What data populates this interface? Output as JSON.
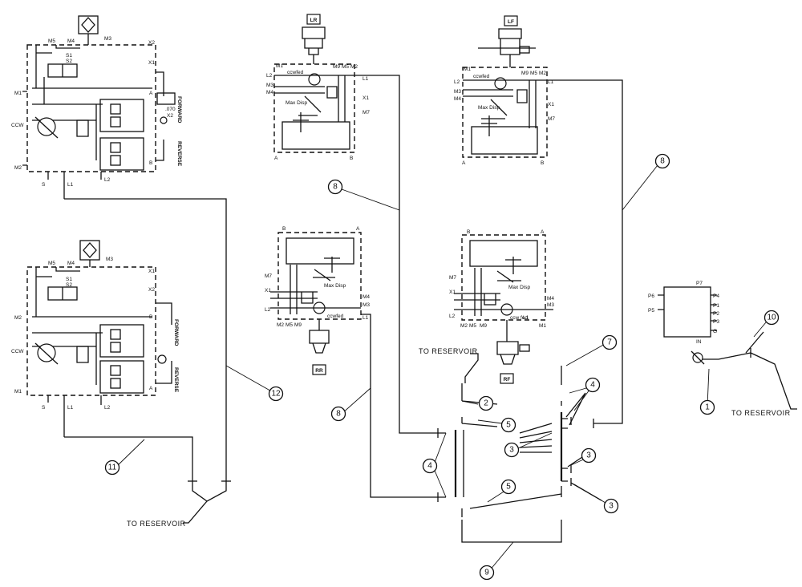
{
  "assemblies": {
    "lr": {
      "tag": "LR",
      "cw": "ccwfed",
      "maxdisp": "Max Disp",
      "ports": [
        "M1",
        "L2",
        "M3",
        "M4",
        "M9",
        "M5",
        "M2",
        "L1",
        "X1",
        "M7",
        "A",
        "B"
      ]
    },
    "lf": {
      "tag": "LF",
      "cw": "ccwfed",
      "maxdisp": "Max Disp",
      "ports": [
        "M1",
        "L2",
        "M3",
        "M4",
        "M9",
        "M5",
        "M2",
        "L1",
        "X1",
        "M7",
        "A",
        "B"
      ]
    },
    "rr": {
      "tag": "RR",
      "cw": "ccwfed",
      "maxdisp": "Max Disp",
      "ports": [
        "B",
        "A",
        "M7",
        "X1",
        "L2",
        "M2",
        "M5",
        "M9",
        "M4",
        "M3",
        "L1"
      ]
    },
    "rf": {
      "tag": "RF",
      "cw": "ccw fed",
      "maxdisp": "Max Disp",
      "ports": [
        "B",
        "A",
        "M7",
        "X1",
        "L2",
        "M2",
        "M5",
        "M9",
        "M4",
        "M3",
        "L1",
        "M1"
      ]
    }
  },
  "pump_top": {
    "ports": [
      "M5",
      "M4",
      "M3",
      "X2",
      "X1",
      "S1",
      "S2",
      "M1",
      "CCW",
      "M2",
      "S",
      "L1",
      "L2",
      "A",
      "B"
    ],
    "orifice": ".070",
    "orifice_x": "X2",
    "forward": "FORWARD",
    "reverse": "REVERSE"
  },
  "pump_bottom": {
    "ports": [
      "M5",
      "M4",
      "M3",
      "X1",
      "X2",
      "S1",
      "S2",
      "M2",
      "CCW",
      "M1",
      "S",
      "L1",
      "L2",
      "B",
      "A"
    ],
    "forward": "FORWARD",
    "reverse": "REVERSE"
  },
  "p7": {
    "title": "P7",
    "left_ports": [
      "P6",
      "P5"
    ],
    "right_ports": [
      "P4",
      "P1",
      "P2",
      "P3",
      "G"
    ],
    "in": "IN"
  },
  "notes": {
    "reservoir_1": "TO RESERVOIR",
    "reservoir_2": "TO RESERVOIR",
    "reservoir_3": "TO RESERVOIR"
  },
  "callouts": [
    {
      "id": "c-8a",
      "num": "8"
    },
    {
      "id": "c-8b",
      "num": "8"
    },
    {
      "id": "c-8c",
      "num": "8"
    },
    {
      "id": "c-12",
      "num": "12"
    },
    {
      "id": "c-11",
      "num": "11"
    },
    {
      "id": "c-2",
      "num": "2"
    },
    {
      "id": "c-5a",
      "num": "5"
    },
    {
      "id": "c-4a",
      "num": "4"
    },
    {
      "id": "c-4b",
      "num": "4"
    },
    {
      "id": "c-3a",
      "num": "3"
    },
    {
      "id": "c-3b",
      "num": "3"
    },
    {
      "id": "c-3c",
      "num": "3"
    },
    {
      "id": "c-5b",
      "num": "5"
    },
    {
      "id": "c-7",
      "num": "7"
    },
    {
      "id": "c-9",
      "num": "9"
    },
    {
      "id": "c-10",
      "num": "10"
    },
    {
      "id": "c-1",
      "num": "1"
    }
  ]
}
